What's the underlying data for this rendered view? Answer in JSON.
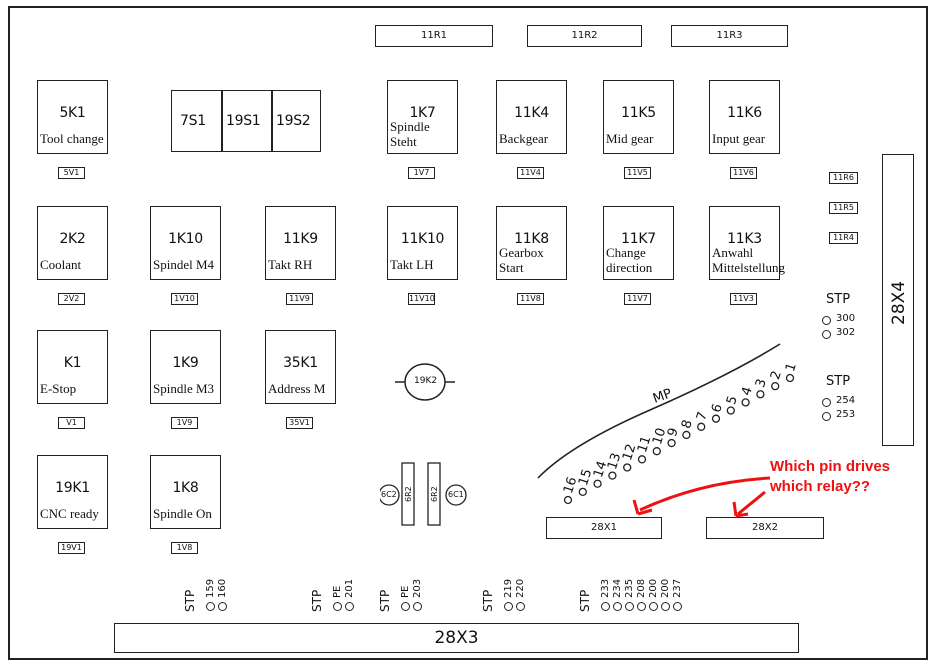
{
  "top_relays": [
    "11R1",
    "11R2",
    "11R3"
  ],
  "terminal_block": [
    "7S1",
    "19S1",
    "19S2"
  ],
  "relays": [
    {
      "id": "5K1",
      "desc": "Tool change",
      "tag": "5V1"
    },
    {
      "id": "1K7",
      "desc": "Spindle\nSteht",
      "tag": "1V7"
    },
    {
      "id": "11K4",
      "desc": "Backgear",
      "tag": "11V4"
    },
    {
      "id": "11K5",
      "desc": "Mid gear",
      "tag": "11V5"
    },
    {
      "id": "11K6",
      "desc": "Input gear",
      "tag": "11V6"
    },
    {
      "id": "2K2",
      "desc": "Coolant",
      "tag": "2V2"
    },
    {
      "id": "1K10",
      "desc": "Spindel M4",
      "tag": "1V10"
    },
    {
      "id": "11K9",
      "desc": "Takt RH",
      "tag": "11V9"
    },
    {
      "id": "11K10",
      "desc": "Takt LH",
      "tag": "11V10"
    },
    {
      "id": "11K8",
      "desc": "Gearbox\nStart",
      "tag": "11V8"
    },
    {
      "id": "11K7",
      "desc": "Change\ndirection",
      "tag": "11V7"
    },
    {
      "id": "11K3",
      "desc": "Anwahl\nMittelstellung",
      "tag": "11V3"
    },
    {
      "id": "K1",
      "desc": "E-Stop",
      "tag": "V1"
    },
    {
      "id": "1K9",
      "desc": "Spindle M3",
      "tag": "1V9"
    },
    {
      "id": "35K1",
      "desc": "Address M",
      "tag": "35V1"
    },
    {
      "id": "19K1",
      "desc": "CNC ready",
      "tag": "19V1"
    },
    {
      "id": "1K8",
      "desc": "Spindle On",
      "tag": "1V8"
    }
  ],
  "side_diodes": [
    "11R6",
    "11R5",
    "11R4"
  ],
  "stp_right": [
    {
      "label": "STP",
      "pins": [
        "300",
        "302"
      ]
    },
    {
      "label": "STP",
      "pins": [
        "254",
        "253"
      ]
    }
  ],
  "connectors": {
    "right": "28X4",
    "bottom": "28X3",
    "x1": "28X1",
    "x2": "28X2"
  },
  "center_parts": {
    "relay_round": "19K2",
    "cap_left": "6C2",
    "cap_right": "6C1",
    "diode_a": "6R2",
    "diode_b": "6R2"
  },
  "mp_label": "MP",
  "mp_pins": [
    "1",
    "2",
    "3",
    "4",
    "5",
    "6",
    "7",
    "8",
    "9",
    "10",
    "11",
    "12",
    "13",
    "14",
    "15",
    "16"
  ],
  "bottom_stp": [
    {
      "stp": "STP",
      "pins": [
        "159",
        "160"
      ]
    },
    {
      "stp": "STP",
      "pins": [
        "PE",
        "201"
      ]
    },
    {
      "stp": "STP",
      "pins": [
        "PE",
        "203"
      ]
    },
    {
      "stp": "STP",
      "pins": [
        "219",
        "220"
      ]
    },
    {
      "stp": "STP",
      "pins": [
        "233",
        "234",
        "235",
        "208",
        "200",
        "200",
        "237"
      ]
    }
  ],
  "annotation": {
    "line1": "Which pin drives",
    "line2": "which relay??",
    "color": "#e11111"
  }
}
